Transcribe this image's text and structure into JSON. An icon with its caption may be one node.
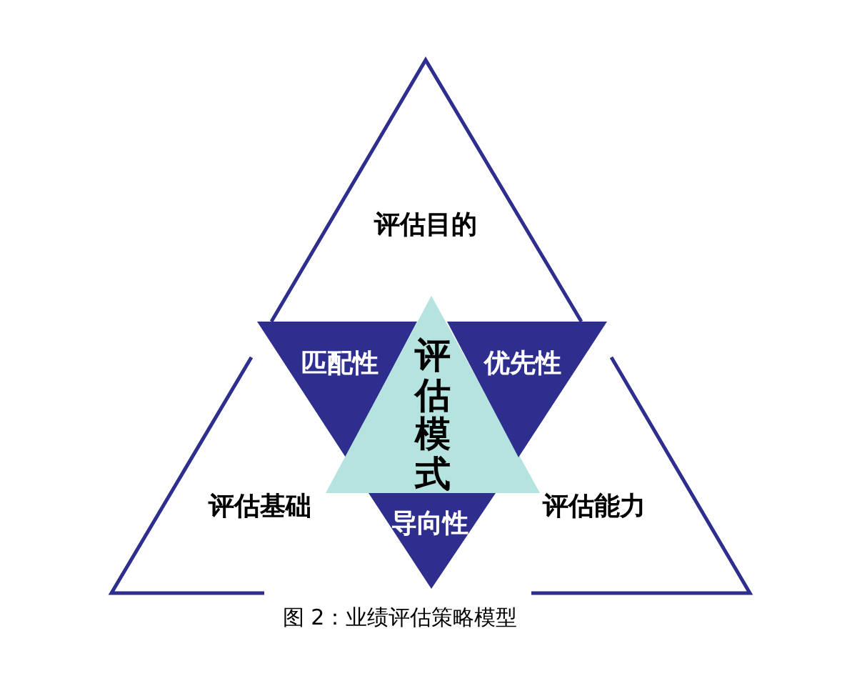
{
  "diagram": {
    "caption": "图 2：业绩评估策略模型",
    "nodes": [
      {
        "text": [
          "评估目的"
        ]
      },
      {
        "text": [
          "匹配性"
        ]
      },
      {
        "text": [
          "评估模式"
        ]
      },
      {
        "text": [
          "优先性"
        ]
      },
      {
        "text": [
          "评估基础"
        ]
      },
      {
        "text": [
          "导向性"
        ]
      },
      {
        "text": [
          "评估能力"
        ]
      }
    ]
  }
}
